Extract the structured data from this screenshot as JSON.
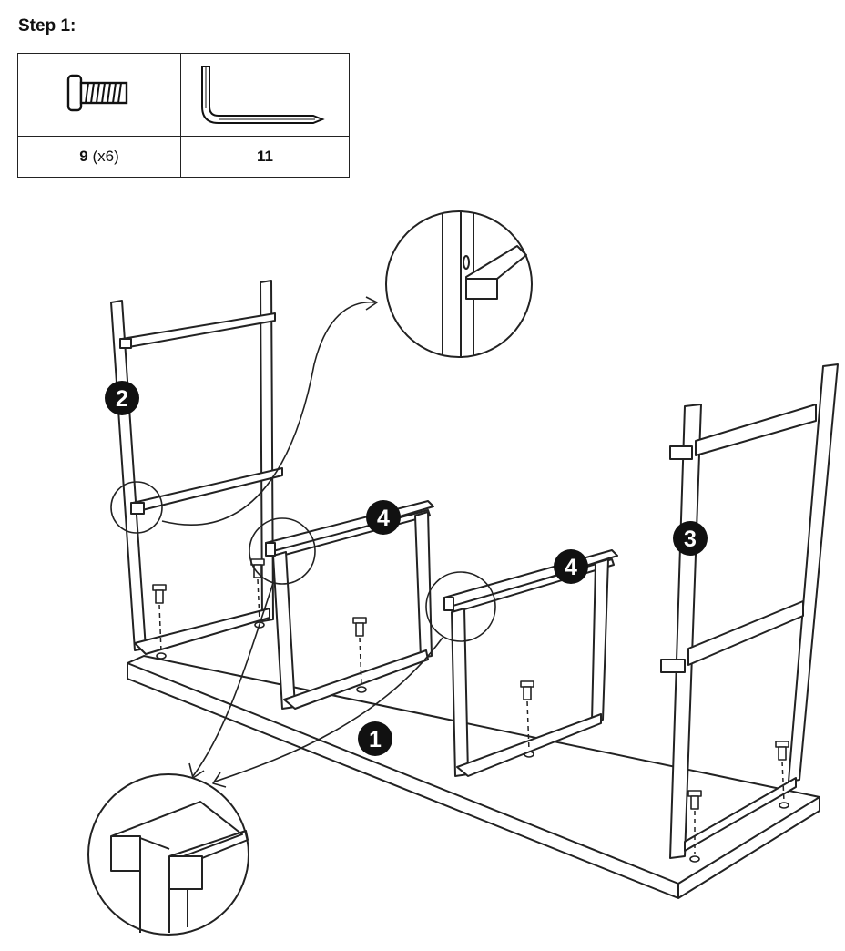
{
  "step": {
    "title": "Step 1:"
  },
  "parts": [
    {
      "icon": "screw-icon",
      "number": "9",
      "quantity": "(x6)"
    },
    {
      "icon": "allen-key-icon",
      "number": "11",
      "quantity": ""
    }
  ],
  "callouts": [
    "1",
    "2",
    "3",
    "4",
    "4"
  ],
  "colors": {
    "line": "#222222",
    "badge": "#111111",
    "background": "#ffffff"
  }
}
